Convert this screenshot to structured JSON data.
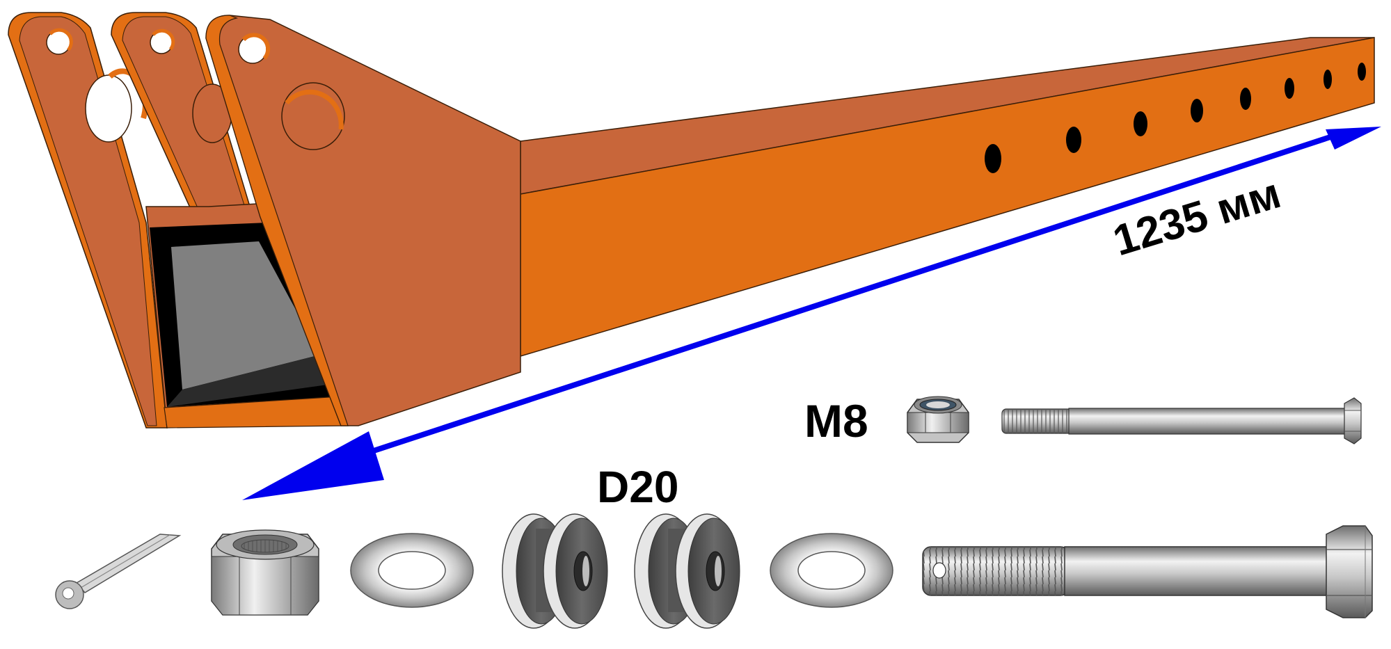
{
  "diagram": {
    "length_label": "1235 мм",
    "bolt_small_label": "M8",
    "washer_label": "D20"
  },
  "colors": {
    "beam_light": "#e57014",
    "beam_dark": "#c8663a",
    "arrow": "#0000ee",
    "hardware": "#a6a6a6",
    "hardware_dark": "#616161"
  },
  "icons": {
    "cotter_pin": "cotter-pin-icon",
    "hex_nut": "hex-nut-icon",
    "flat_washer": "flat-washer-icon",
    "pulley_wheel": "pulley-wheel-icon",
    "lock_nut": "lock-nut-icon",
    "hex_bolt": "hex-bolt-icon"
  }
}
